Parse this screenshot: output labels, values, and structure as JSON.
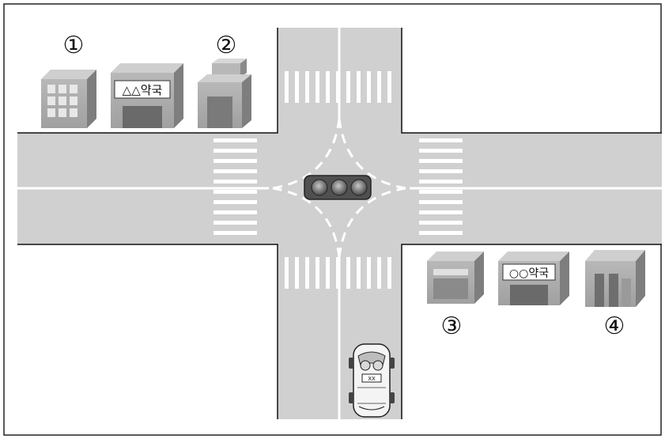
{
  "markers": {
    "m1": "①",
    "m2": "②",
    "m3": "③",
    "m4": "④"
  },
  "signs": {
    "pharmacy_top": "△△약국",
    "pharmacy_bottom": "○○약국"
  },
  "car": {
    "plate": "XX"
  },
  "colors": {
    "road": "#d0d0d0",
    "lane_marking": "#ffffff",
    "building_front": "#a8a8a8",
    "building_side": "#7e7e7e",
    "building_top": "#cfcfcf",
    "traffic_light_body": "#505050"
  }
}
